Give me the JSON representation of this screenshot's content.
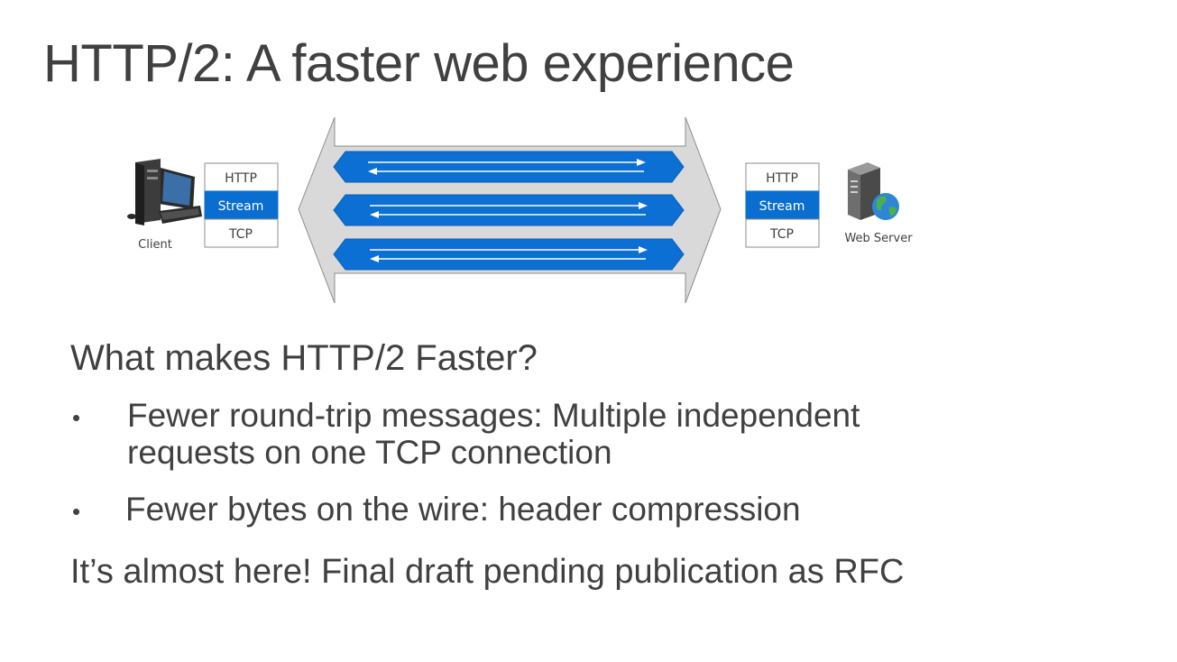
{
  "title": "HTTP/2: A faster web experience",
  "diagram": {
    "client_label": "Client",
    "server_label": "Web Server",
    "client_stack": [
      "HTTP",
      "Stream",
      "TCP"
    ],
    "server_stack": [
      "HTTP",
      "Stream",
      "TCP"
    ],
    "stream_count": 3,
    "colors": {
      "stream_layer": "#0a6ed1",
      "stream_bar": "#0b6fd3",
      "tunnel": "#d9d9d9",
      "tunnel_outline": "#8c8c8c",
      "text": "#404040"
    }
  },
  "content": {
    "heading": "What makes HTTP/2 Faster?",
    "bullets": [
      "Fewer round-trip messages: Multiple independent requests on one TCP connection",
      "Fewer bytes on the wire: header compression"
    ],
    "footer": "It’s almost here! Final draft pending publication as RFC"
  }
}
